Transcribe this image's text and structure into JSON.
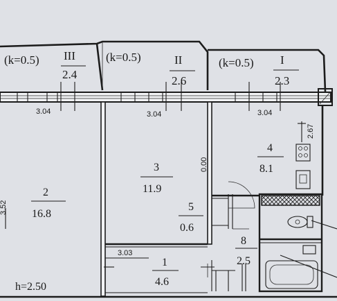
{
  "balconies": [
    {
      "coef": "(k=0.5)",
      "num": "III",
      "area": "2.4"
    },
    {
      "coef": "(k=0.5)",
      "num": "II",
      "area": "2.6"
    },
    {
      "coef": "(k=0.5)",
      "num": "I",
      "area": "2.3"
    }
  ],
  "window_widths": [
    "3.04",
    "3.04",
    "3.04"
  ],
  "rooms": [
    {
      "num": "2",
      "area": "16.8"
    },
    {
      "num": "3",
      "area": "11.9"
    },
    {
      "num": "4",
      "area": "8.1"
    },
    {
      "num": "5",
      "area": "0.6"
    },
    {
      "num": "1",
      "area": "4.6"
    },
    {
      "num": "8",
      "area": "2.5"
    }
  ],
  "dimensions": {
    "kitchen_side": "2.67",
    "partition": "0.00",
    "room_left_depth": "3.52",
    "hall_width": "3.03"
  },
  "ceiling_height": "h=2.50",
  "colors": {
    "background": "#dfe1e6",
    "ink": "#1c1c1c"
  }
}
